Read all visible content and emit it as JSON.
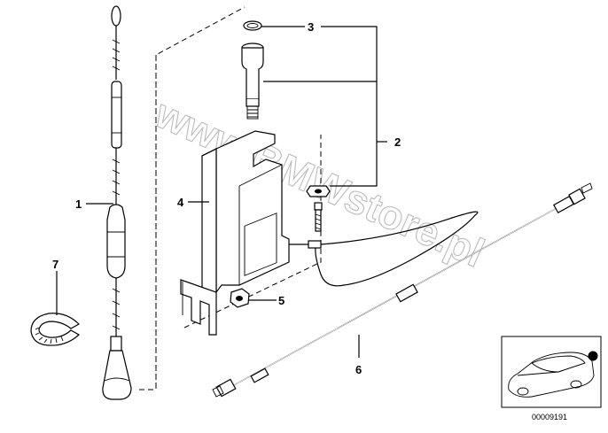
{
  "watermark": "www.BMWstore.pl",
  "callouts": {
    "c1": "1",
    "c2": "2",
    "c3": "3",
    "c4": "4",
    "c5": "5",
    "c6": "6",
    "c7": "7"
  },
  "reference_code": "00009191"
}
